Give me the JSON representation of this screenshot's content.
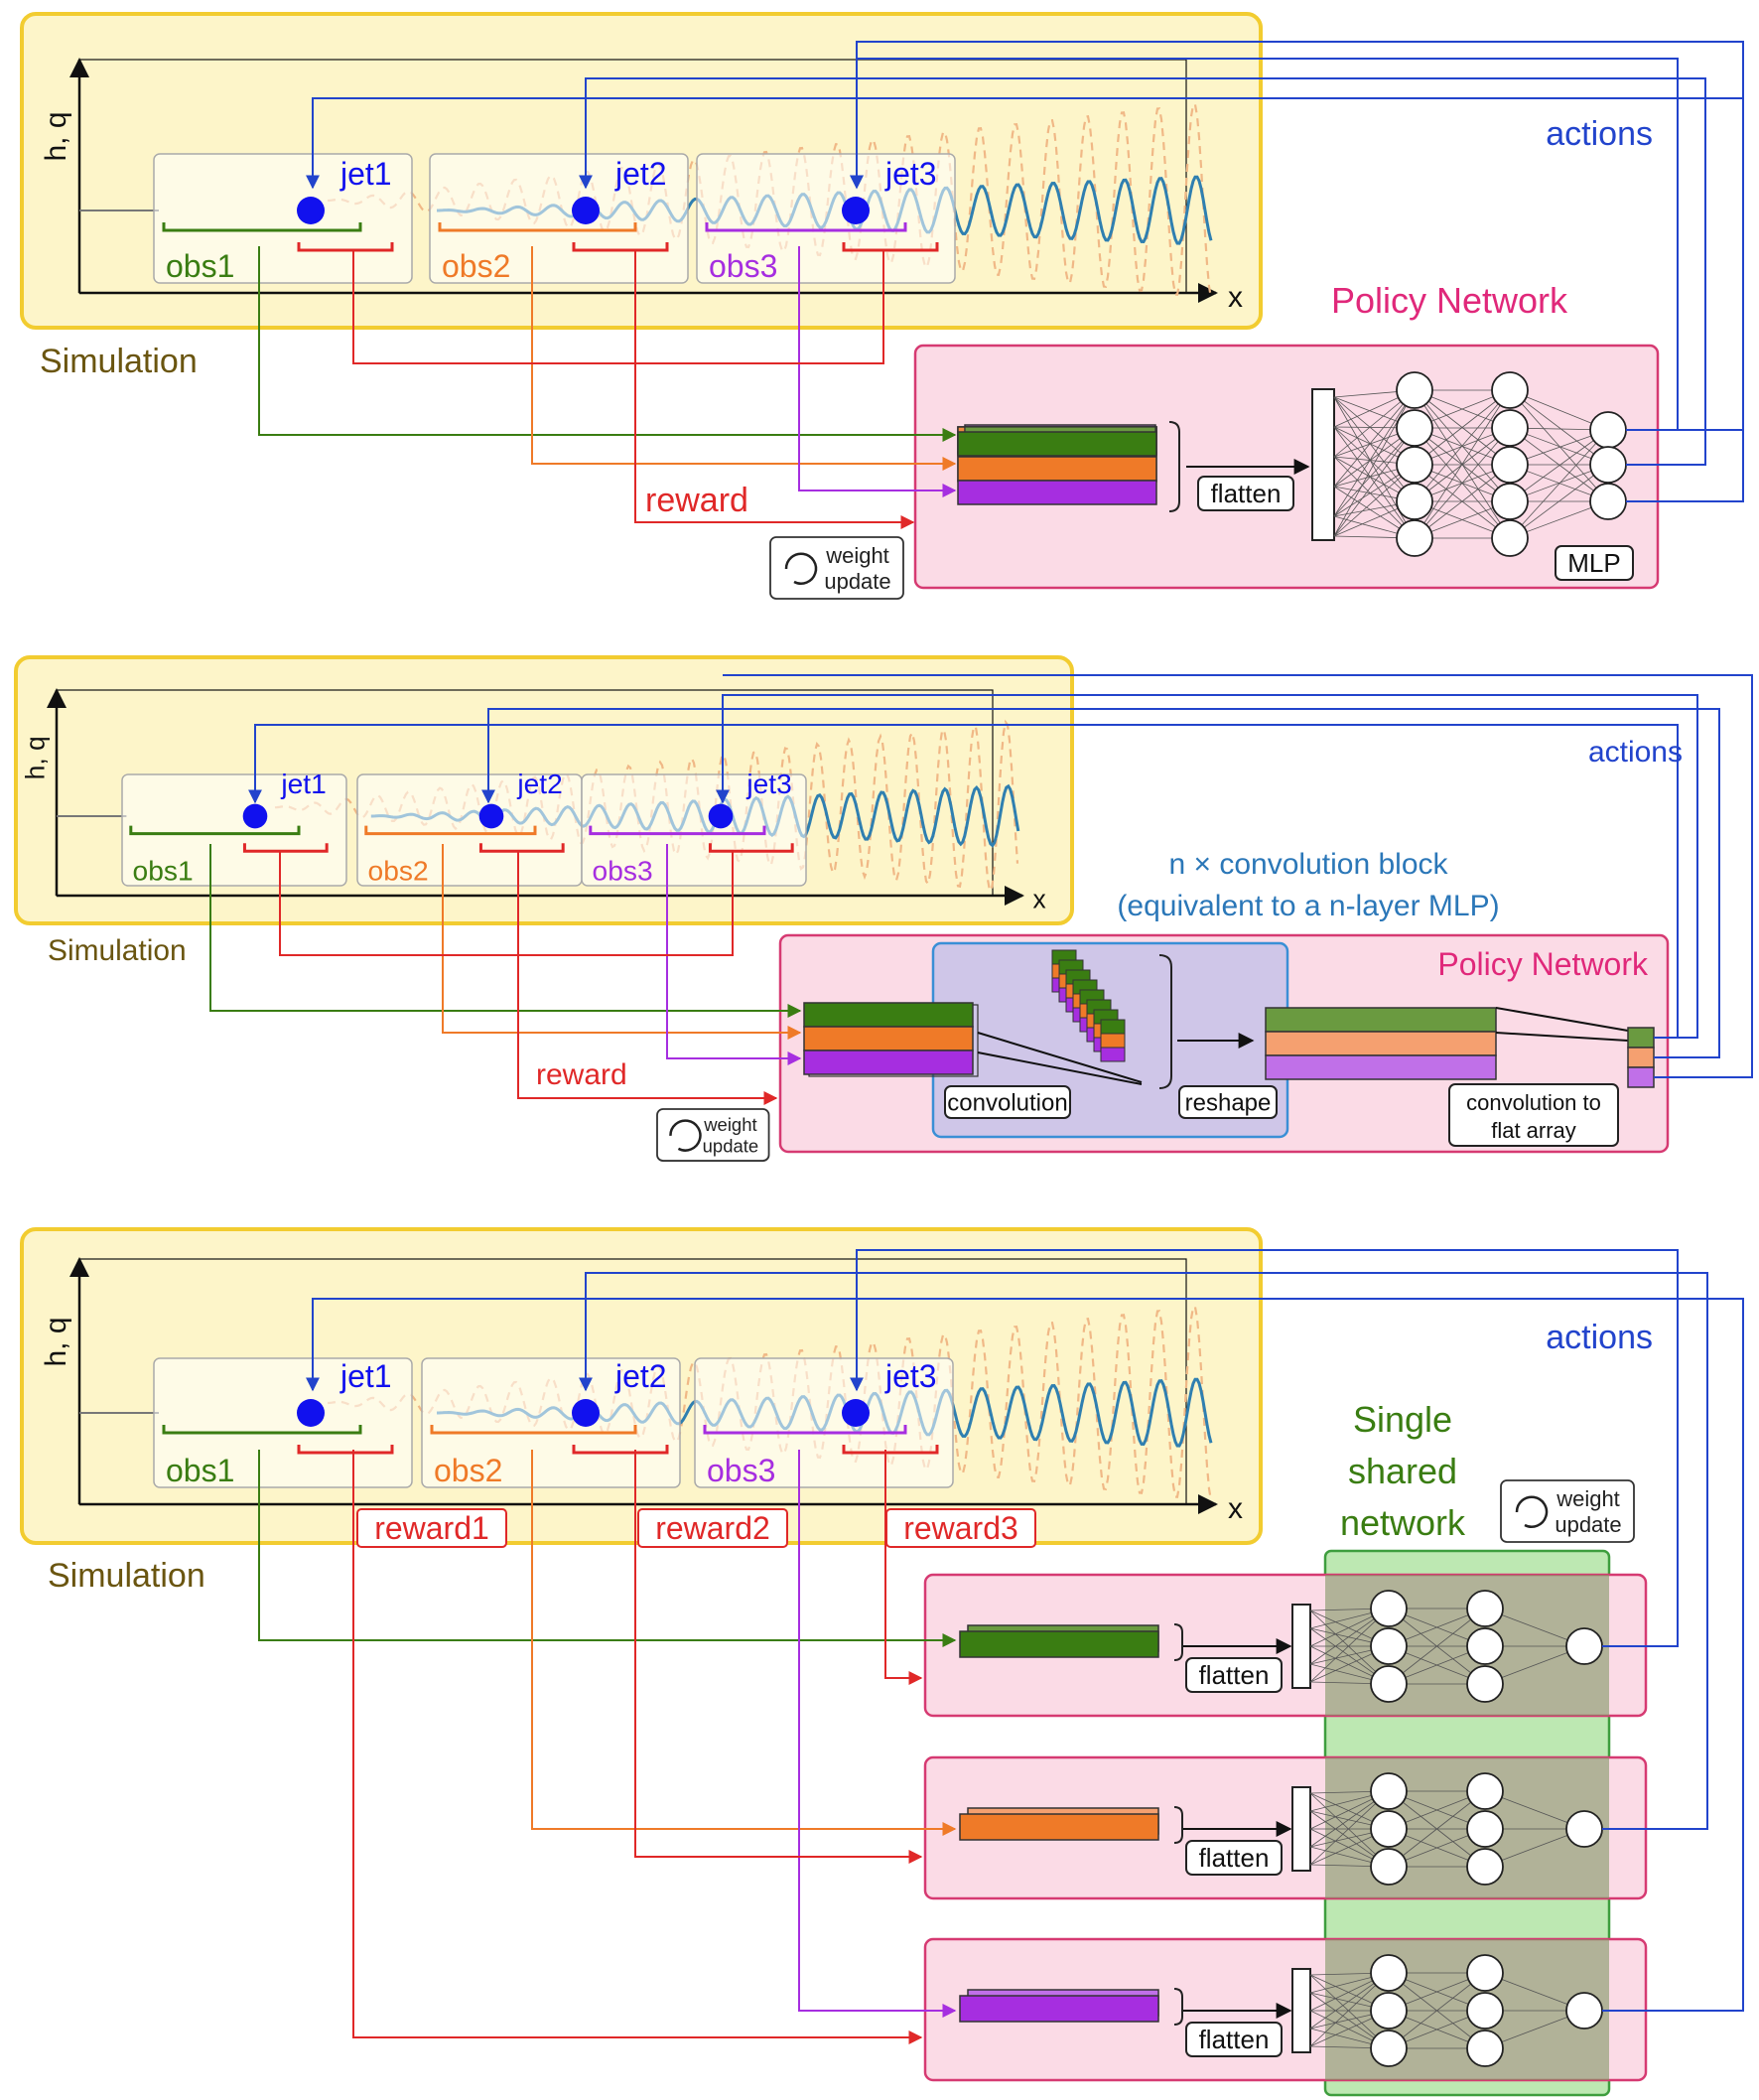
{
  "colors": {
    "sim_bg": "#fdf5c9",
    "sim_border": "#f2cc30",
    "policy_bg": "#fbdbe6",
    "policy_border": "#d63a72",
    "conv_bg": "#cfc6e8",
    "conv_border": "#3a8fd6",
    "shared_bg": "#bde8b2",
    "shared_border": "#3e9e3e",
    "obs1": "#3a7d12",
    "obs2": "#ef7a28",
    "obs3": "#a62ee0",
    "reward": "#e02828",
    "actions": "#2244cc",
    "jet": "#1111ee",
    "wave": "#2f7fb0",
    "wave_dash": "#f0b886",
    "simulation_text": "#6a5510",
    "policy_text": "#e0287a",
    "conv_text": "#2b77b8"
  },
  "common": {
    "axis_y": "h, q",
    "axis_x": "x",
    "simulation": "Simulation",
    "actions": "actions",
    "jets": [
      "jet1",
      "jet2",
      "jet3"
    ],
    "obs": [
      "obs1",
      "obs2",
      "obs3"
    ],
    "flatten": "flatten",
    "weight_update": [
      "weight",
      "update"
    ]
  },
  "panel1": {
    "policy_title": "Policy Network",
    "reward": "reward",
    "mlp": "MLP"
  },
  "panel2": {
    "policy_title": "Policy Network",
    "reward": "reward",
    "conv_block_title": [
      "n × convolution block",
      "(equivalent to a n-layer MLP)"
    ],
    "convolution": "convolution",
    "reshape": "reshape",
    "conv_flat": [
      "convolution to",
      "flat array"
    ]
  },
  "panel3": {
    "rewards": [
      "reward1",
      "reward2",
      "reward3"
    ],
    "shared_network": [
      "Single",
      "shared",
      "network"
    ]
  }
}
